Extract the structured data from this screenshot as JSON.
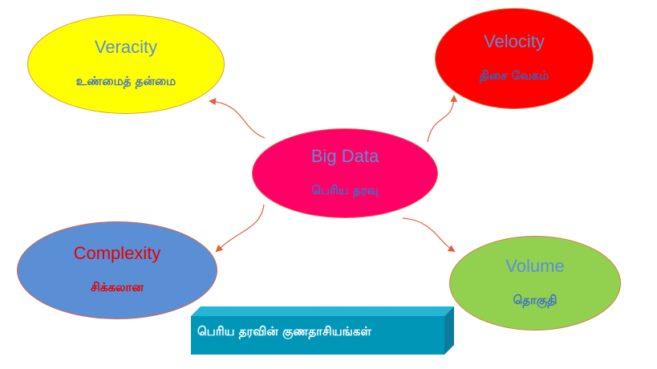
{
  "center": {
    "en": "Big Data",
    "ta": "பெரிய தரவு"
  },
  "veracity": {
    "en": "Veracity",
    "ta": "உண்மைத் தன்மை"
  },
  "velocity": {
    "en": "Velocity",
    "ta": "திசை வேகம்"
  },
  "complexity": {
    "en": "Complexity",
    "ta": "சிக்கலான"
  },
  "volume": {
    "en": "Volume",
    "ta": "தொகுதி"
  },
  "caption": "பெரிய தரவின் குணதாசியங்கள்",
  "colors": {
    "center_fill": "#ff0066",
    "veracity_fill": "#ffff00",
    "velocity_fill": "#ff0000",
    "complexity_fill": "#5b8fd5",
    "volume_fill": "#92d050",
    "caption_fill": "#0096b8",
    "connector": "#e0623d"
  }
}
